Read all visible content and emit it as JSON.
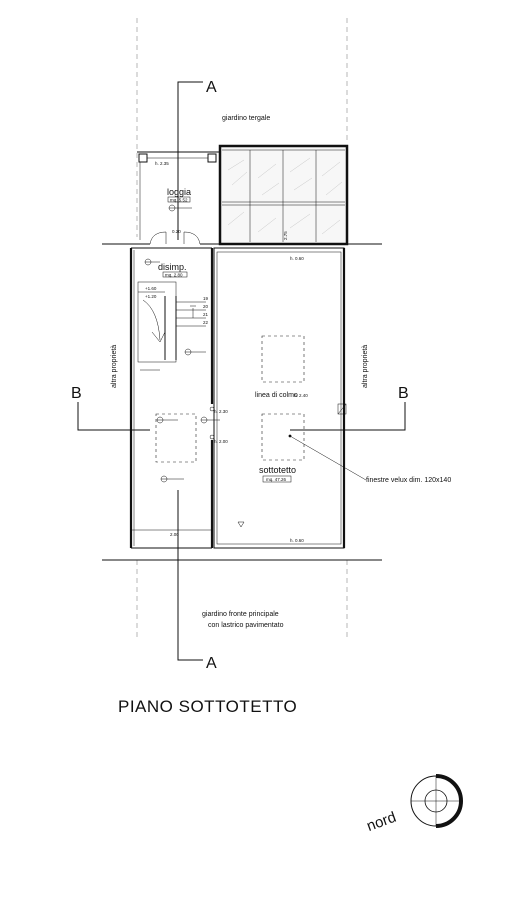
{
  "drawing": {
    "title": "PIANO SOTTOTETTO",
    "section_a": "A",
    "section_b": "B",
    "north_label": "nord"
  },
  "labels": {
    "garden_back": "giardino tergale",
    "garden_front_line1": "giardino fronte principale",
    "garden_front_line2": "con lastrico pavimentato",
    "neighbor_left": "altra proprietà",
    "neighbor_right": "altra proprietà",
    "ridge_line": "linea di colmo",
    "velux_note": "finestre velux dim. 120x140"
  },
  "rooms": {
    "loggia": {
      "name": "loggia",
      "area": "mq. 5.52"
    },
    "disimpegno": {
      "name": "disimp.",
      "area": "mq. 2.80"
    },
    "sottotetto": {
      "name": "sottotetto",
      "area": "mq. 47.26"
    }
  },
  "heights": {
    "loggia_h": "h. 2.35",
    "top_h": "h. 0.60",
    "bottom_h": "h. 0.60",
    "ridge_h": "h. 2.40",
    "wall_h1": "h. 2.30",
    "wall_h2": "h. 2.00"
  },
  "small_tags": {
    "step_numbers": [
      "19",
      "20",
      "21",
      "22"
    ],
    "dim_1": "0.20",
    "dim_2": "2.75",
    "level_1": "+1.60",
    "level_2": "+1.20",
    "wall_dim": "2.00"
  }
}
